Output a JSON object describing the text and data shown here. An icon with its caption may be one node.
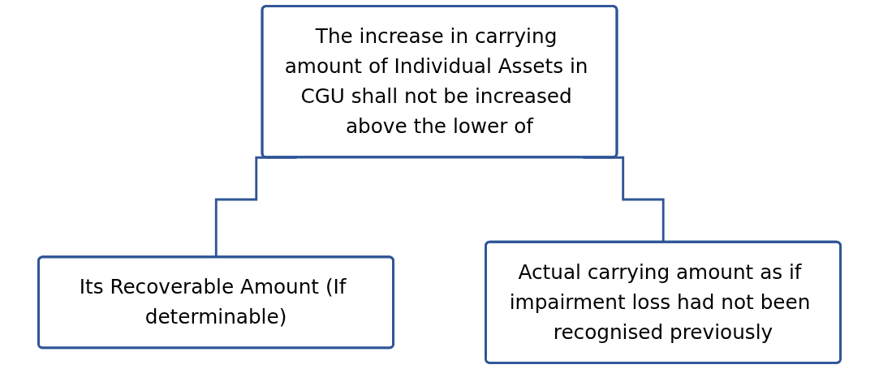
{
  "diagram": {
    "nodes": [
      {
        "text": [
          "The increase in carrying amount of Individual Assets in CGU shall not be increased above the lower of"
        ]
      },
      {
        "text": [
          "Its Recoverable Amount (If determinable)"
        ]
      },
      {
        "text": [
          "Actual carrying amount as if impairment loss had not been recognised previously"
        ]
      }
    ],
    "edges": [
      {
        "from": 0,
        "to": 1,
        "arrow": "none"
      },
      {
        "from": 0,
        "to": 2,
        "arrow": "none"
      }
    ]
  }
}
